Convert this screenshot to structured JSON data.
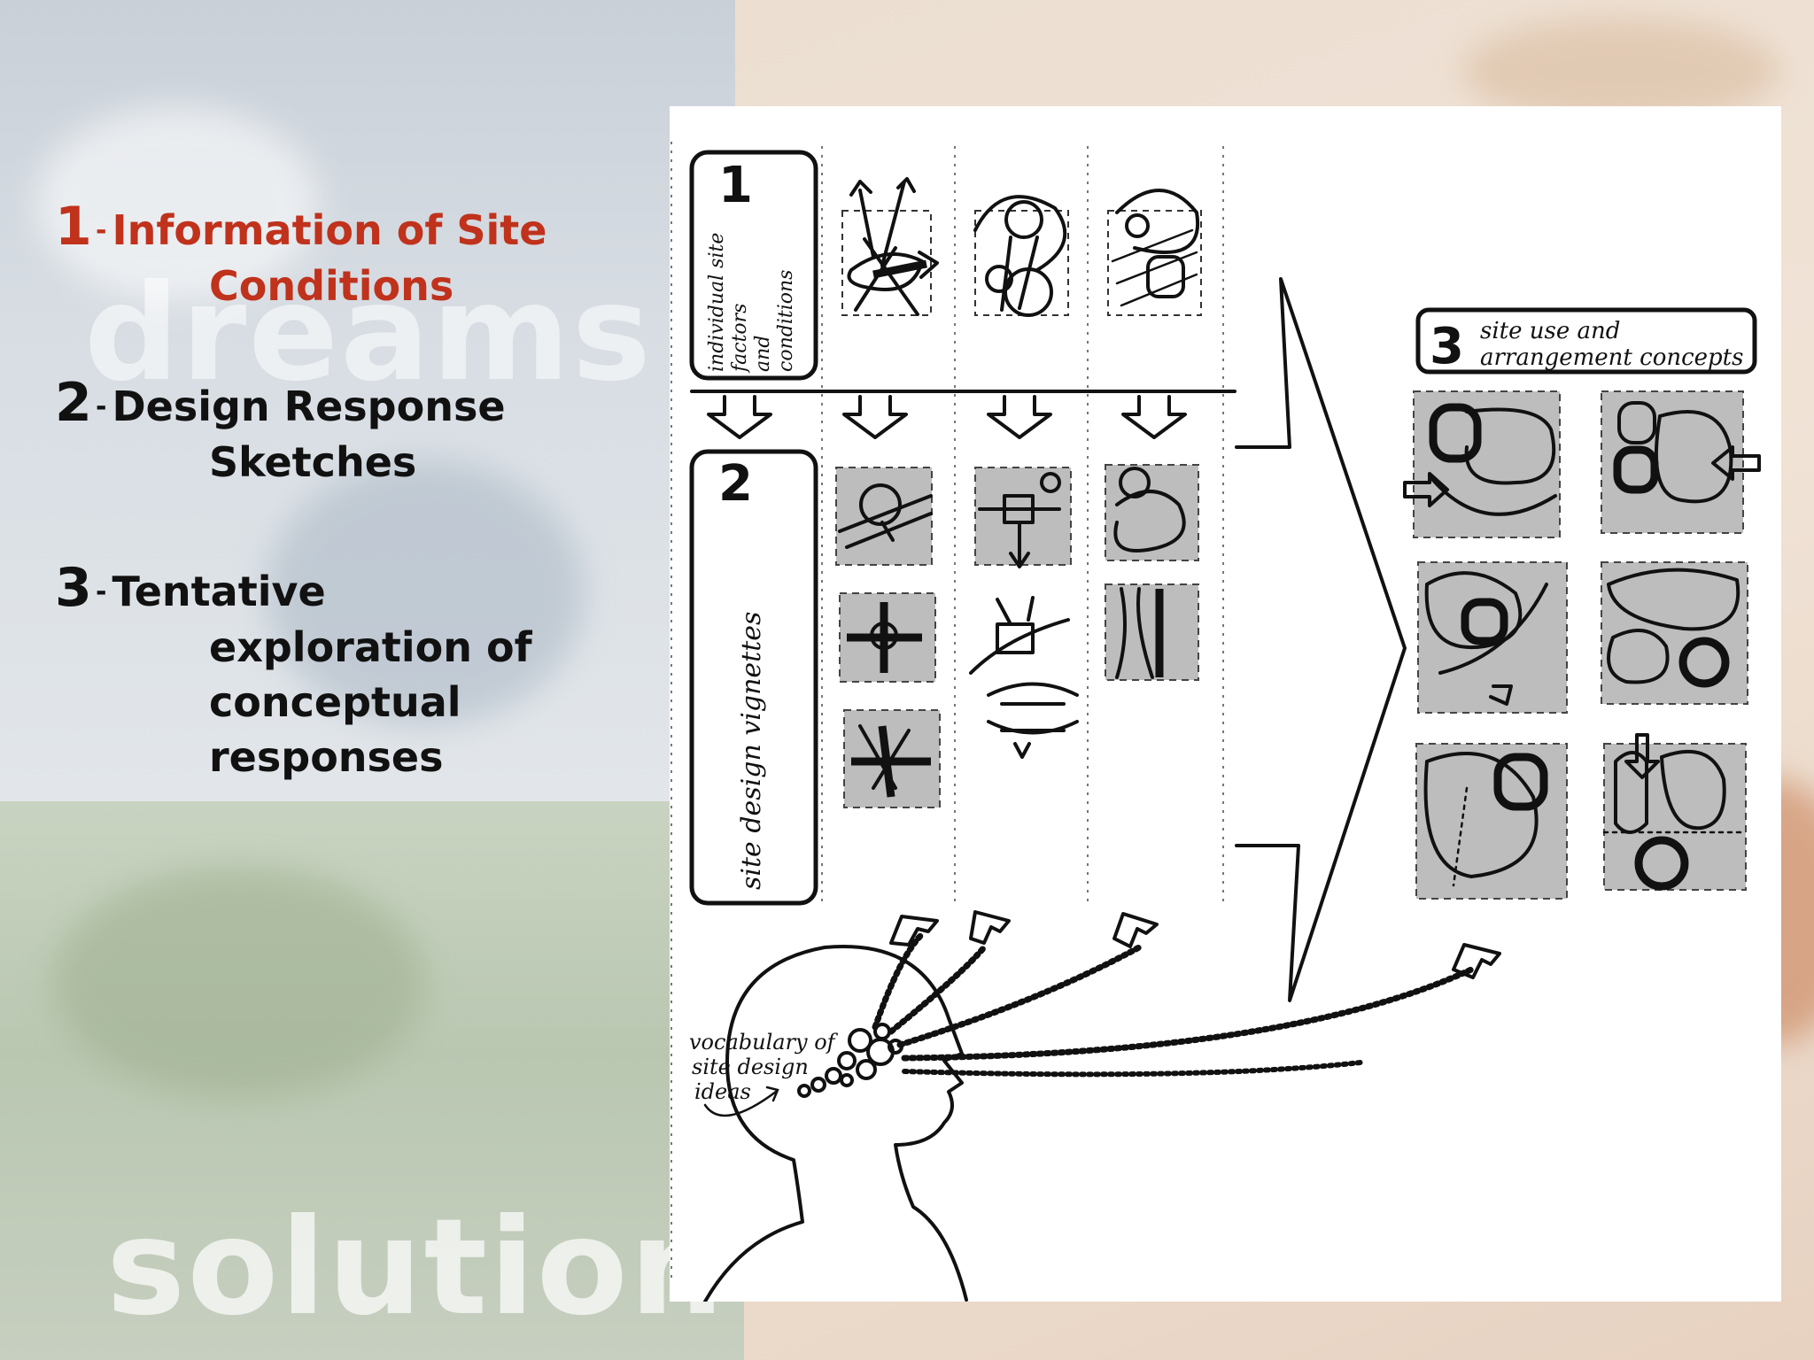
{
  "background_words": [
    "dreams",
    "solution"
  ],
  "steps": [
    {
      "number": "1",
      "dash": "-",
      "line1": "Information of Site",
      "line2": "Conditions",
      "color": "#c0321c"
    },
    {
      "number": "2",
      "dash": "-",
      "line1": "Design Response",
      "line2": "Sketches",
      "color": "#111111"
    },
    {
      "number": "3",
      "dash": "-",
      "line1": "Tentative",
      "line2": "exploration of",
      "line3": "conceptual",
      "line4": "responses",
      "color": "#111111"
    }
  ],
  "diagram": {
    "box1": {
      "number": "1",
      "label": [
        "individual site",
        "factors",
        "and",
        "conditions"
      ]
    },
    "box2": {
      "number": "2",
      "label": "site design vignettes"
    },
    "box3": {
      "number": "3",
      "label": [
        "site use and",
        "arrangement concepts"
      ]
    },
    "head_label": [
      "vocabulary of",
      "site design",
      "ideas"
    ]
  }
}
